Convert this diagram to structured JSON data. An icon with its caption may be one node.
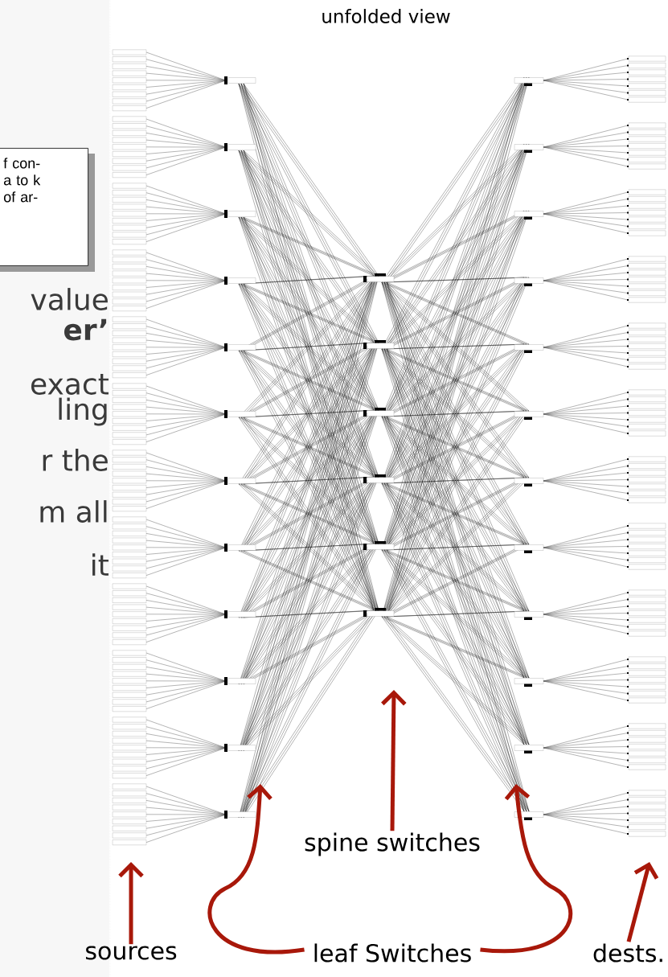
{
  "diagram": {
    "title": "unfolded view",
    "nodes": [
      {
        "text": [
          "f con- a to k of ar-"
        ]
      },
      {
        "text": [
          "sources"
        ]
      },
      {
        "text": [
          "spine switches"
        ]
      },
      {
        "text": [
          "leaf Switches"
        ]
      },
      {
        "text": [
          "dests."
        ]
      }
    ],
    "edges": [
      {
        "from": 1,
        "to": null,
        "arrow": "to"
      },
      {
        "from": 2,
        "to": null,
        "arrow": "to"
      },
      {
        "from": 3,
        "to": null,
        "arrow": "to"
      },
      {
        "from": 3,
        "to": null,
        "arrow": "to"
      },
      {
        "from": 4,
        "to": null,
        "arrow": "to"
      }
    ],
    "labels": [
      "value",
      "er’",
      "exact",
      "ling",
      "r the",
      "m all",
      "it"
    ]
  }
}
